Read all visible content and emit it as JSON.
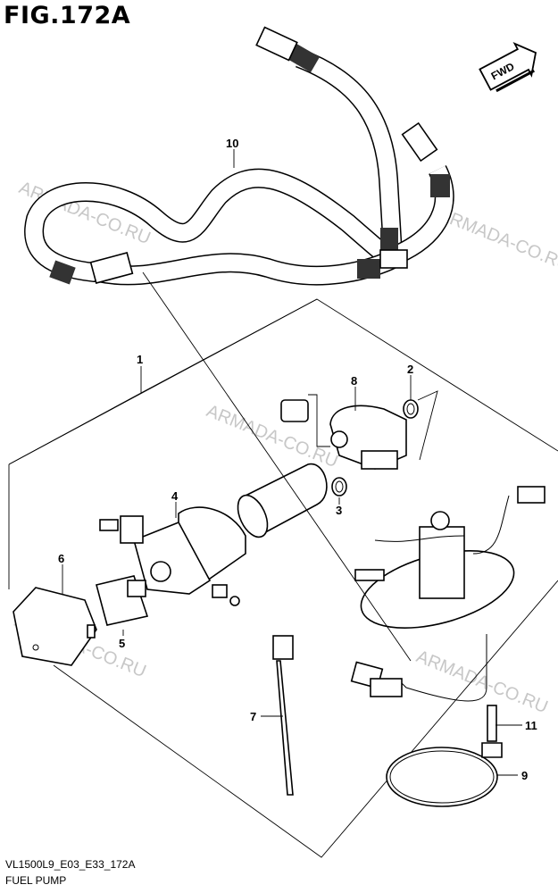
{
  "figure": {
    "title": "FIG.172A",
    "code": "VL1500L9_E03_E33_172A",
    "name": "FUEL PUMP"
  },
  "direction_badge": "FWD",
  "watermark": "ARMADA-CO.RU",
  "callouts": {
    "c1": "1",
    "c2": "2",
    "c3": "3",
    "c4": "4",
    "c5": "5",
    "c6": "6",
    "c7": "7",
    "c8": "8",
    "c9": "9",
    "c10": "10",
    "c11": "11"
  }
}
